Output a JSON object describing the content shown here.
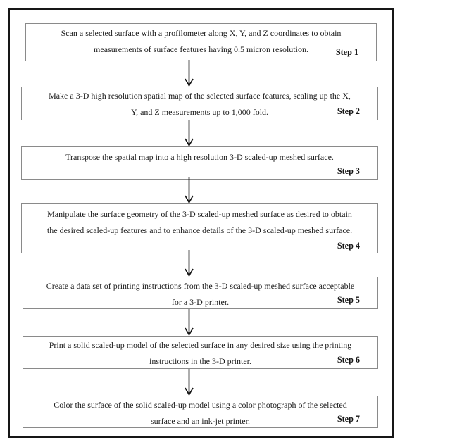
{
  "colors": {
    "frame_border": "#161616",
    "box_border": "#8a8a8a",
    "text": "#1c1c1c",
    "arrow": "#161616",
    "background": "#ffffff"
  },
  "icons": {
    "arrow_down": "↓"
  },
  "flowchart": {
    "steps": [
      {
        "label": "Step 1",
        "lines": [
          "Scan a selected surface with a profilometer along X, Y, and Z coordinates to obtain",
          "measurements of surface features having 0.5 micron resolution."
        ]
      },
      {
        "label": "Step 2",
        "lines": [
          "Make a 3-D high resolution spatial map of the selected surface features, scaling up the X,",
          "Y, and Z measurements up to 1,000 fold."
        ]
      },
      {
        "label": "Step 3",
        "lines": [
          "Transpose the spatial map into a high resolution 3-D scaled-up meshed surface."
        ]
      },
      {
        "label": "Step 4",
        "lines": [
          "Manipulate the surface geometry of the 3-D scaled-up meshed surface as desired to obtain",
          "the desired scaled-up features and to enhance details of the 3-D scaled-up meshed surface."
        ]
      },
      {
        "label": "Step 5",
        "lines": [
          "Create a data set of printing instructions from the 3-D scaled-up meshed surface acceptable",
          "for a 3-D printer."
        ]
      },
      {
        "label": "Step 6",
        "lines": [
          "Print a solid scaled-up model of the selected surface in any desired size using the printing",
          "instructions in the 3-D printer."
        ]
      },
      {
        "label": "Step 7",
        "lines": [
          "Color the surface of the solid scaled-up model using a color photograph of the selected",
          "surface and an ink-jet printer."
        ]
      }
    ]
  }
}
